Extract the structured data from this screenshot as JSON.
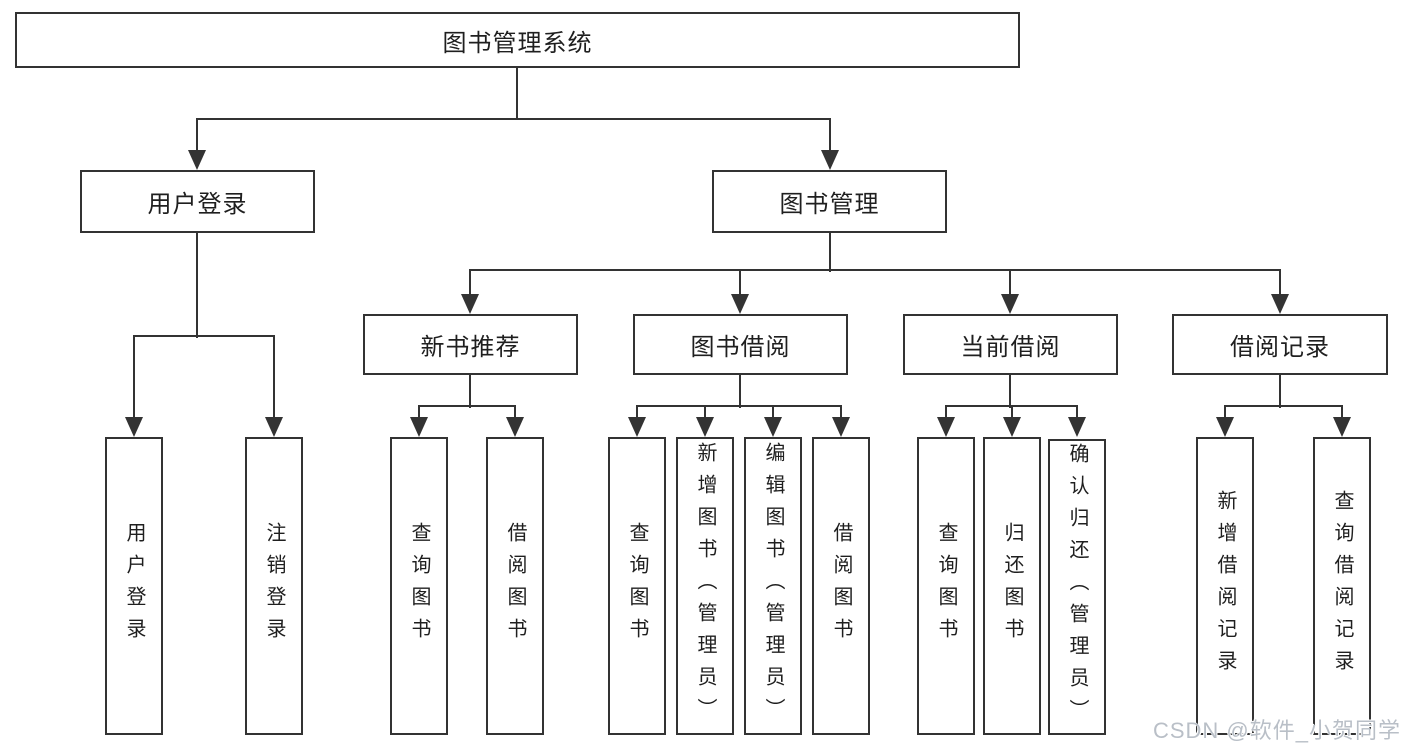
{
  "diagram": {
    "root": {
      "label": "图书管理系统"
    },
    "children": [
      {
        "label": "用户登录",
        "children": [
          {
            "label": "用户登录"
          },
          {
            "label": "注销登录"
          }
        ]
      },
      {
        "label": "图书管理",
        "children": [
          {
            "label": "新书推荐",
            "children": [
              {
                "label": "查询图书"
              },
              {
                "label": "借阅图书"
              }
            ]
          },
          {
            "label": "图书借阅",
            "children": [
              {
                "label": "查询图书"
              },
              {
                "label": "新增图书（管理员）"
              },
              {
                "label": "编辑图书（管理员）"
              },
              {
                "label": "借阅图书"
              }
            ]
          },
          {
            "label": "当前借阅",
            "children": [
              {
                "label": "查询图书"
              },
              {
                "label": "归还图书"
              },
              {
                "label": "确认归还（管理员）"
              }
            ]
          },
          {
            "label": "借阅记录",
            "children": [
              {
                "label": "新增借阅记录"
              },
              {
                "label": "查询借阅记录"
              }
            ]
          }
        ]
      }
    ]
  },
  "watermark": {
    "text": "CSDN @软件_小贺同学"
  },
  "colors": {
    "line": "#333333",
    "text": "#1f1f1f",
    "watermark_gray": "#b9bfc7",
    "background": "#ffffff"
  }
}
